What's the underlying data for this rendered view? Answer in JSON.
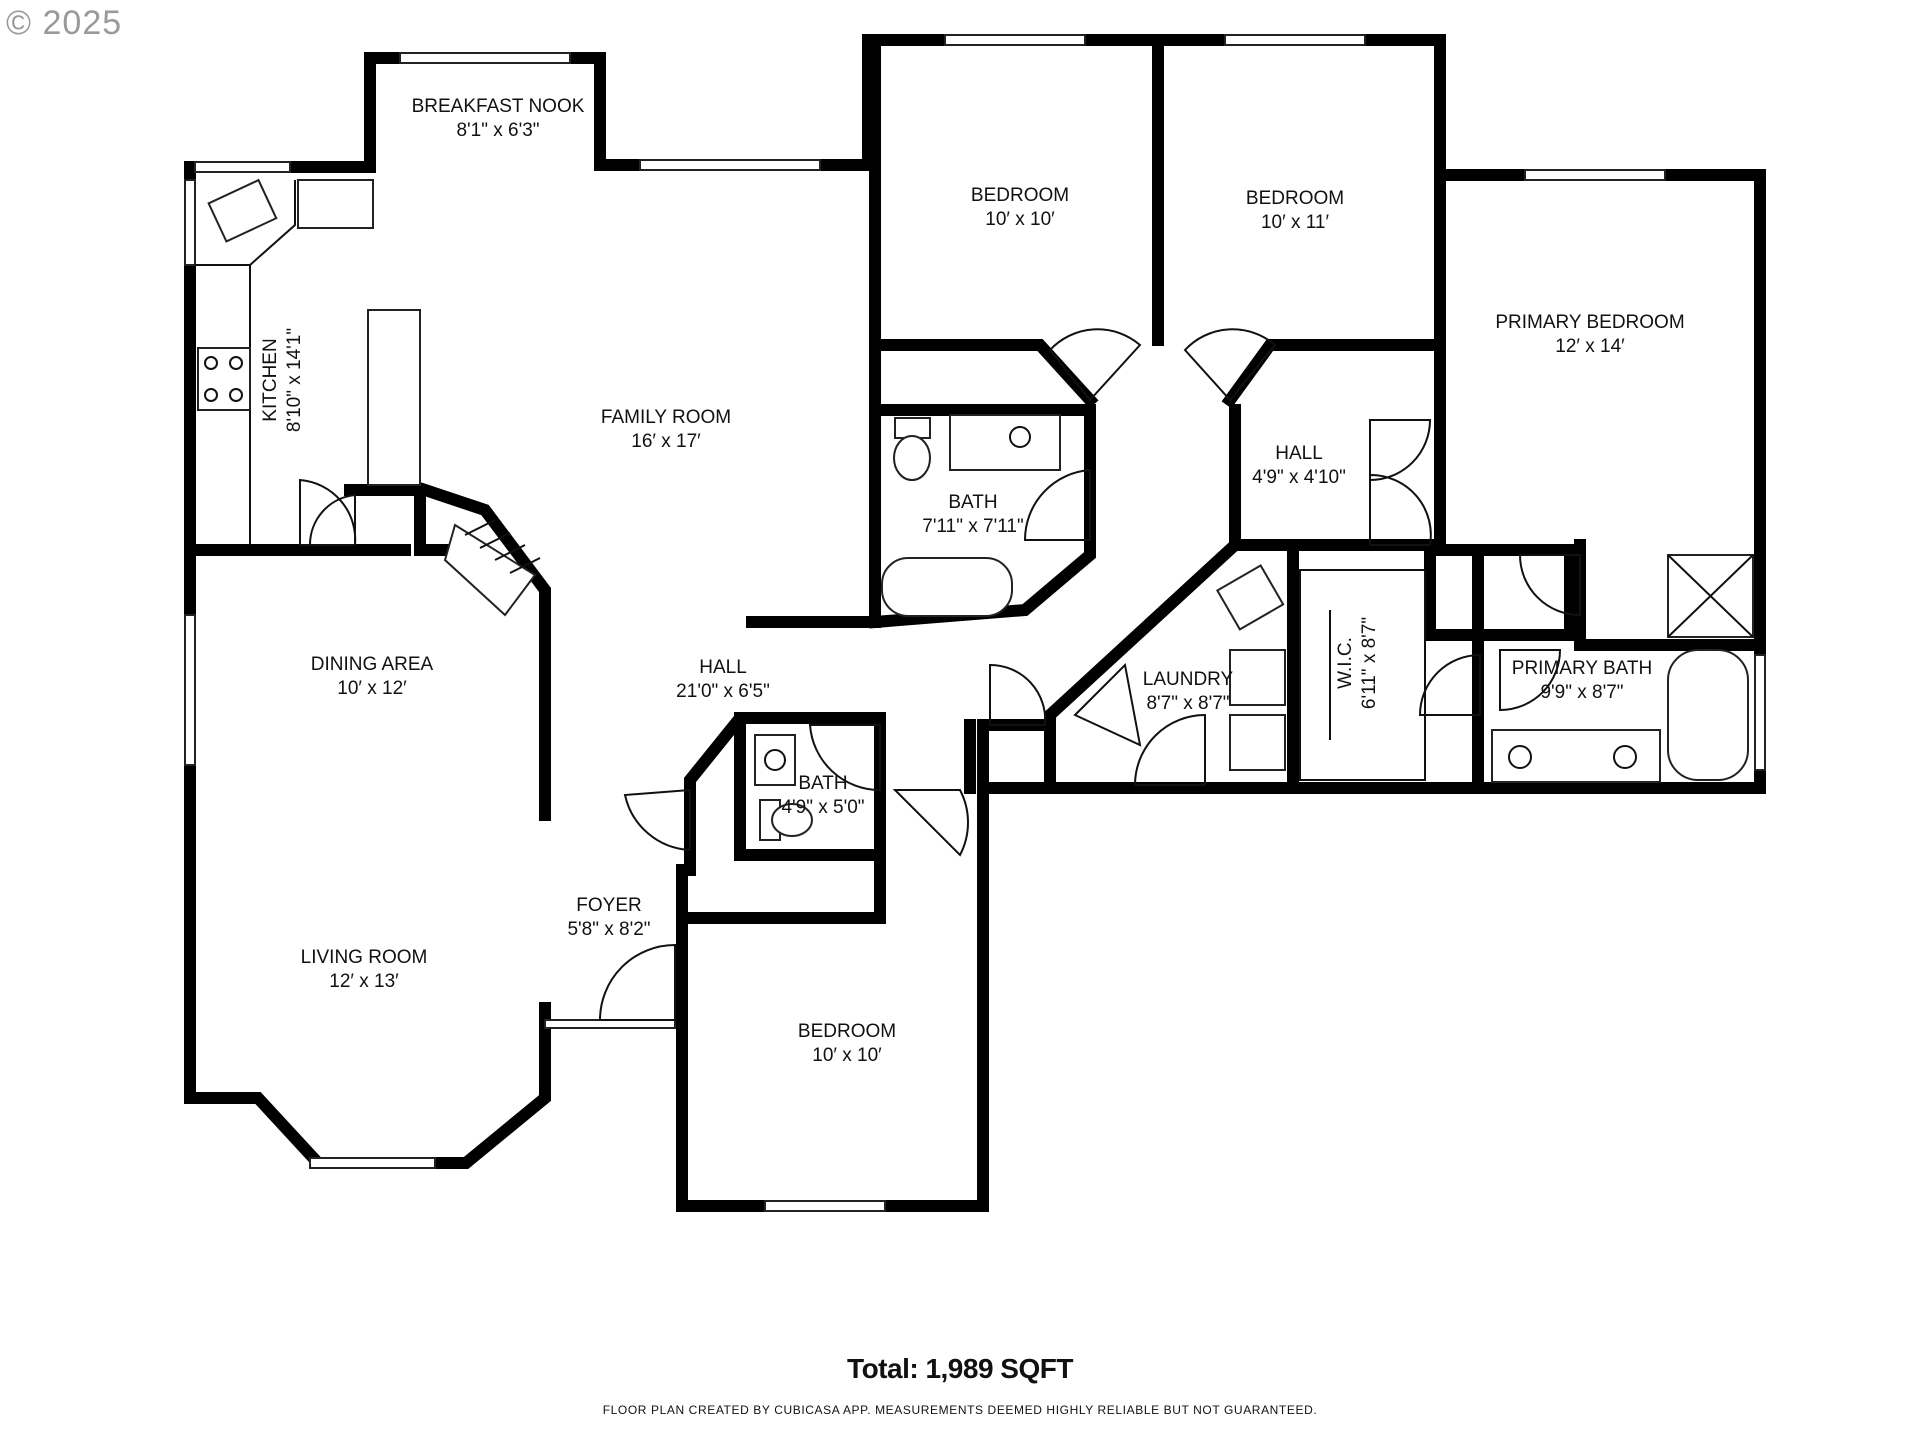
{
  "copyright": "© 2025",
  "rooms": [
    {
      "id": "breakfast-nook",
      "name": "BREAKFAST NOOK",
      "dims": "8'1\" x 6'3\""
    },
    {
      "id": "kitchen",
      "name": "KITCHEN",
      "dims": "8'10\" x 14'1\""
    },
    {
      "id": "family-room",
      "name": "FAMILY ROOM",
      "dims": "16′ x 17′"
    },
    {
      "id": "bedroom-1",
      "name": "BEDROOM",
      "dims": "10′ x 10′"
    },
    {
      "id": "bedroom-2",
      "name": "BEDROOM",
      "dims": "10′ x 11′"
    },
    {
      "id": "primary-bedroom",
      "name": "PRIMARY BEDROOM",
      "dims": "12′ x 14′"
    },
    {
      "id": "bath-1",
      "name": "BATH",
      "dims": "7'11\" x 7'11\""
    },
    {
      "id": "hall-small",
      "name": "HALL",
      "dims": "4'9\" x 4'10\""
    },
    {
      "id": "dining-area",
      "name": "DINING AREA",
      "dims": "10′ x 12′"
    },
    {
      "id": "hall-main",
      "name": "HALL",
      "dims": "21'0\" x 6'5\""
    },
    {
      "id": "laundry",
      "name": "LAUNDRY",
      "dims": "8'7\" x 8'7\""
    },
    {
      "id": "wic",
      "name": "W.I.C.",
      "dims": "6'11\" x 8'7\""
    },
    {
      "id": "primary-bath",
      "name": "PRIMARY BATH",
      "dims": "9'9\" x 8'7\""
    },
    {
      "id": "bath-2",
      "name": "BATH",
      "dims": "4'9\" x 5'0\""
    },
    {
      "id": "foyer",
      "name": "FOYER",
      "dims": "5'8\" x 8'2\""
    },
    {
      "id": "living-room",
      "name": "LIVING ROOM",
      "dims": "12′ x 13′"
    },
    {
      "id": "bedroom-3",
      "name": "BEDROOM",
      "dims": "10′ x 10′"
    }
  ],
  "total": "Total: 1,989 SQFT",
  "disclaimer": "FLOOR PLAN CREATED BY CUBICASA APP. MEASUREMENTS DEEMED HIGHLY RELIABLE BUT NOT GUARANTEED."
}
